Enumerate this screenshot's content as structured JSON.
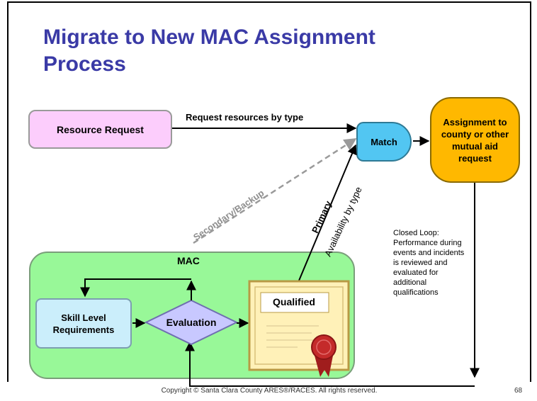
{
  "slide": {
    "title": "Migrate to New MAC Assignment Process",
    "footer": "Copyright © Santa Clara County ARES®/RACES.  All rights reserved.",
    "page_number": "68"
  },
  "nodes": {
    "resource_request": "Resource Request",
    "match": "Match",
    "assignment": "Assignment to county or other mutual aid request",
    "mac": "MAC",
    "skill_level": "Skill Level Requirements",
    "evaluation": "Evaluation",
    "qualified": "Qualified"
  },
  "edges": {
    "request_resources": "Request resources by type",
    "secondary_backup": "Secondary/Backup",
    "primary": "Primary",
    "availability_by_type": "Availability by type"
  },
  "closed_loop": "Closed Loop: Performance during events and incidents is reviewed and evaluated for additional qualifications",
  "colors": {
    "title": "#3a3aa6",
    "resource_request": "#fccdfc",
    "match": "#52c6f2",
    "assignment": "#ffb800",
    "mac_panel": "#98f898",
    "skill_level": "#cbeefb",
    "evaluation": "#c8c8ff",
    "certificate": "#fff1b8",
    "seal": "#c42a2a"
  }
}
